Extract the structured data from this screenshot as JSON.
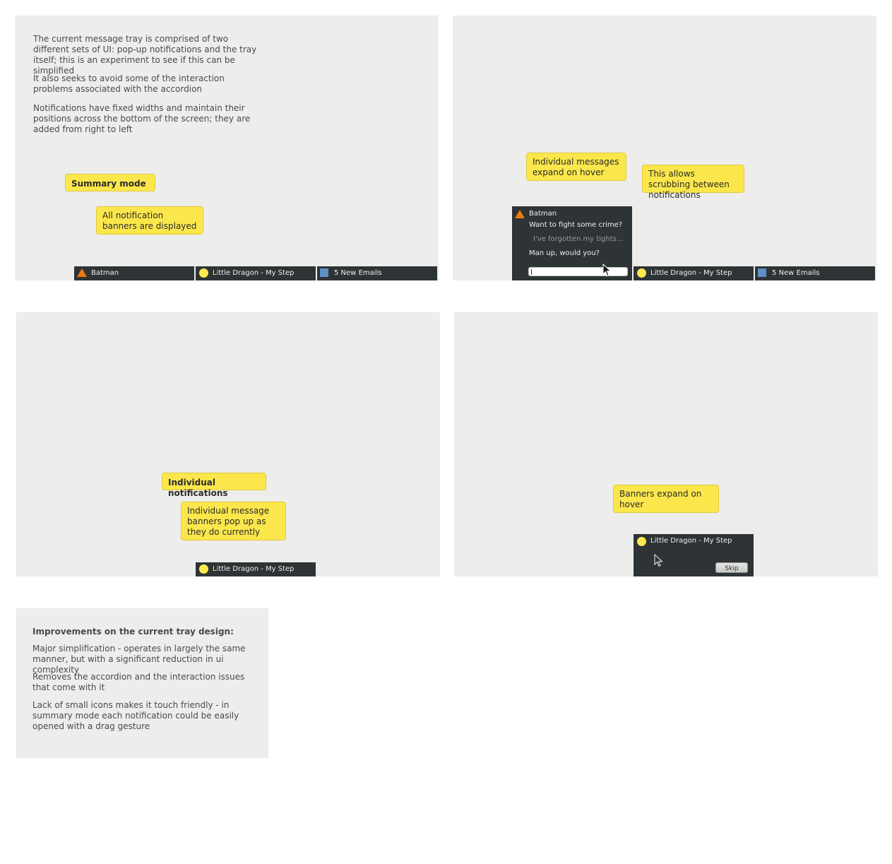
{
  "panel1": {
    "paragraphs": [
      "The current message tray is comprised of two different sets of UI: pop-up notifications and the tray itself; this is an experiment to see if this can be simplified",
      "It also seeks to avoid some of the interaction problems associated with the accordion",
      "Notifications have fixed widths and maintain their positions across the bottom of the screen; they are added from right to left"
    ],
    "note_mode": "Summary mode",
    "note_detail": "All notification banners are displayed",
    "banners": [
      "Batman",
      "Little Dragon - My Step",
      "5 New Emails"
    ]
  },
  "panel2": {
    "note_expand": "Individual messages expand on hover",
    "note_scrub": "This allows scrubbing between notifications",
    "expanded": {
      "title": "Batman",
      "message1": "Want to fight some crime?",
      "message2": "I've forgotten my tights...",
      "message3": "Man up, would you?"
    },
    "banners": [
      "Little Dragon - My Step",
      "5 New Emails"
    ]
  },
  "panel3": {
    "note_mode": "Individual notifications",
    "note_detail": "Individual message banners pop up as they do currently",
    "banner": "Little Dragon - My Step"
  },
  "panel4": {
    "note": "Banners expand on hover",
    "banner_title": "Little Dragon - My Step",
    "skip_label": "Skip"
  },
  "panel5": {
    "heading": "Improvements on the current tray design:",
    "points": [
      "Major simplification - operates in largely the same manner, but with a significant reduction in ui complexity",
      "Removes the accordion and the interaction issues that come with it",
      "Lack of small icons makes it touch friendly - in summary mode each notification could be easily opened with a drag gesture"
    ]
  },
  "icons": {
    "batman": "warning-triangle-icon",
    "music": "yellow-circle-icon",
    "email": "blue-square-icon",
    "pointer": "mouse-pointer-icon"
  },
  "colors": {
    "panel_bg": "#ededeb",
    "note_bg": "#fbe74b",
    "banner_bg": "#2e3436",
    "triangle": "#ed7a10",
    "circle": "#fce94f",
    "square": "#5e8fc9"
  }
}
